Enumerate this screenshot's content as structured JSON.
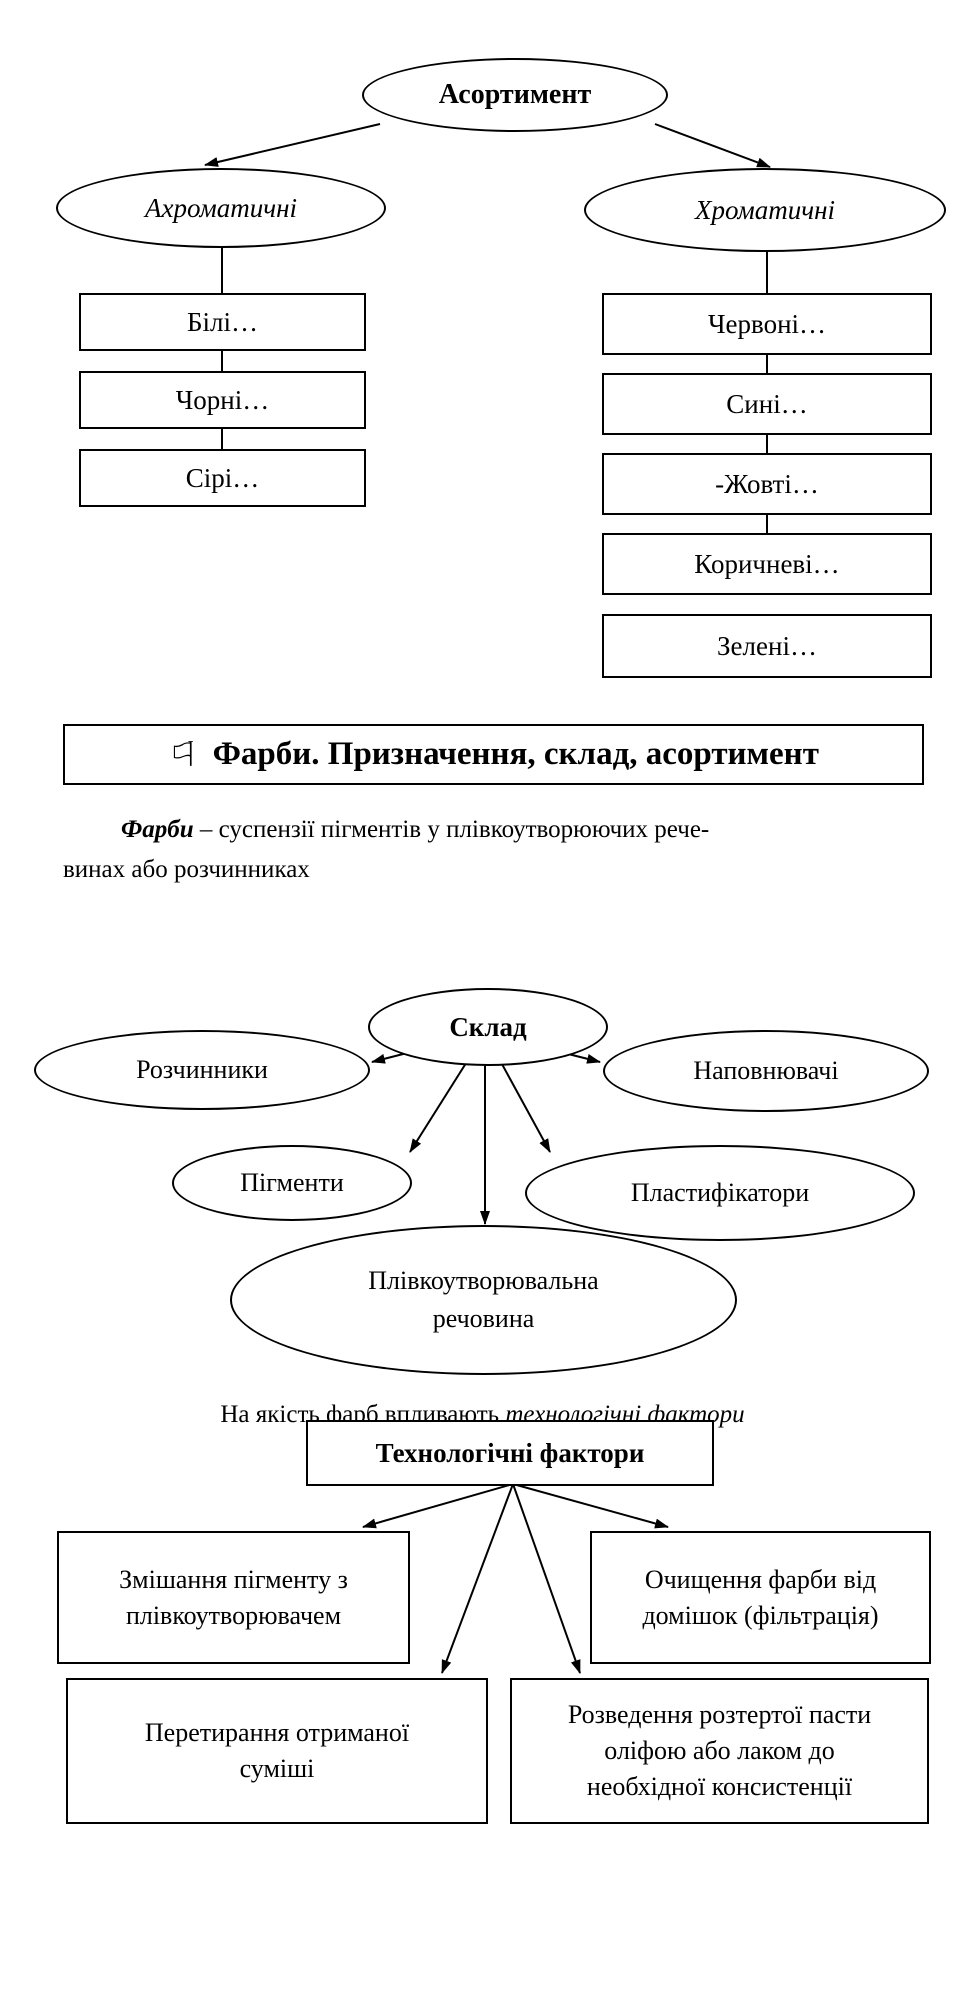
{
  "assortment": {
    "root": "Асортимент",
    "achromatic": {
      "label": "Ахроматичні",
      "items": [
        "Білі…",
        "Чорні…",
        "Сірі…"
      ]
    },
    "chromatic": {
      "label": "Хроматичні",
      "items": [
        "Червоні…",
        "Сині…",
        "-Жовті…",
        "Коричневі…",
        "Зелені…"
      ]
    }
  },
  "section": {
    "flag_icon": "flag-icon",
    "title": "Фарби. Призначення, склад, асортимент"
  },
  "definition": {
    "term": "Фарби",
    "text_line1": " – суспензії пігментів у плівкоутворюючих рече-",
    "text_line2": "винах або розчинниках"
  },
  "composition": {
    "root": "Склад",
    "solvents": "Розчинники",
    "fillers": "Наповнювачі",
    "pigments": "Пігменти",
    "plasticizers": "Пластифікатори",
    "film_former_line1": "Плівкоутворювальна",
    "film_former_line2": "речовина"
  },
  "quality_note": {
    "text": "На якість фарб впливають ",
    "emphasis": "технологічні фактори"
  },
  "factors": {
    "root": "Технологічні фактори",
    "mixing_line1": "Змішання пігменту з",
    "mixing_line2": "плівкоутворювачем",
    "cleaning_line1": "Очищення фарби від",
    "cleaning_line2": "домішок (фільтрація)",
    "grinding_line1": "Перетирання отриманої",
    "grinding_line2": "суміші",
    "dilution_line1": "Розведення розтертої пасти",
    "dilution_line2": "оліфою або лаком до",
    "dilution_line3": "необхідної консистенції"
  }
}
